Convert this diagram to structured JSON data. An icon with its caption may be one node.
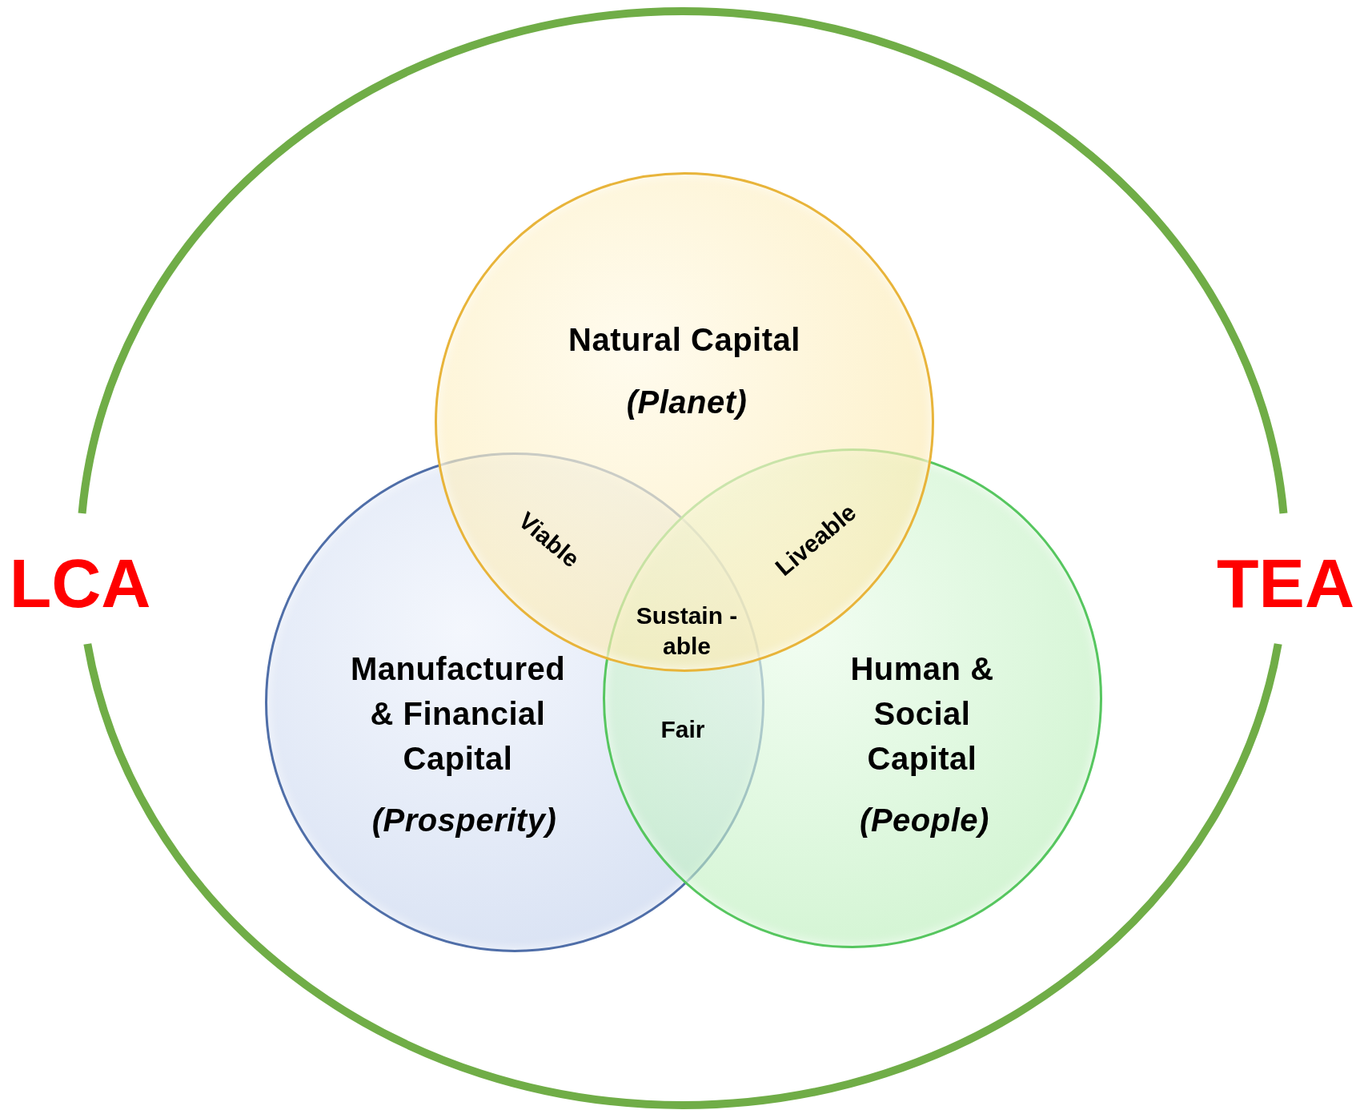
{
  "diagram": {
    "nodes": [
      {
        "text": [
          "LCA",
          "TEA"
        ]
      },
      {
        "text": [
          "Natural Capital",
          "(Planet)"
        ],
        "in": 0
      },
      {
        "text": [
          "Manufactured & Financial Capital",
          "(Prosperity)"
        ],
        "in": 0
      },
      {
        "text": [
          "Human & Social Capital",
          "(People)"
        ],
        "in": 0
      }
    ],
    "labels": [
      "Viable",
      "Liveable",
      "Sustain -able",
      "Fair"
    ]
  }
}
